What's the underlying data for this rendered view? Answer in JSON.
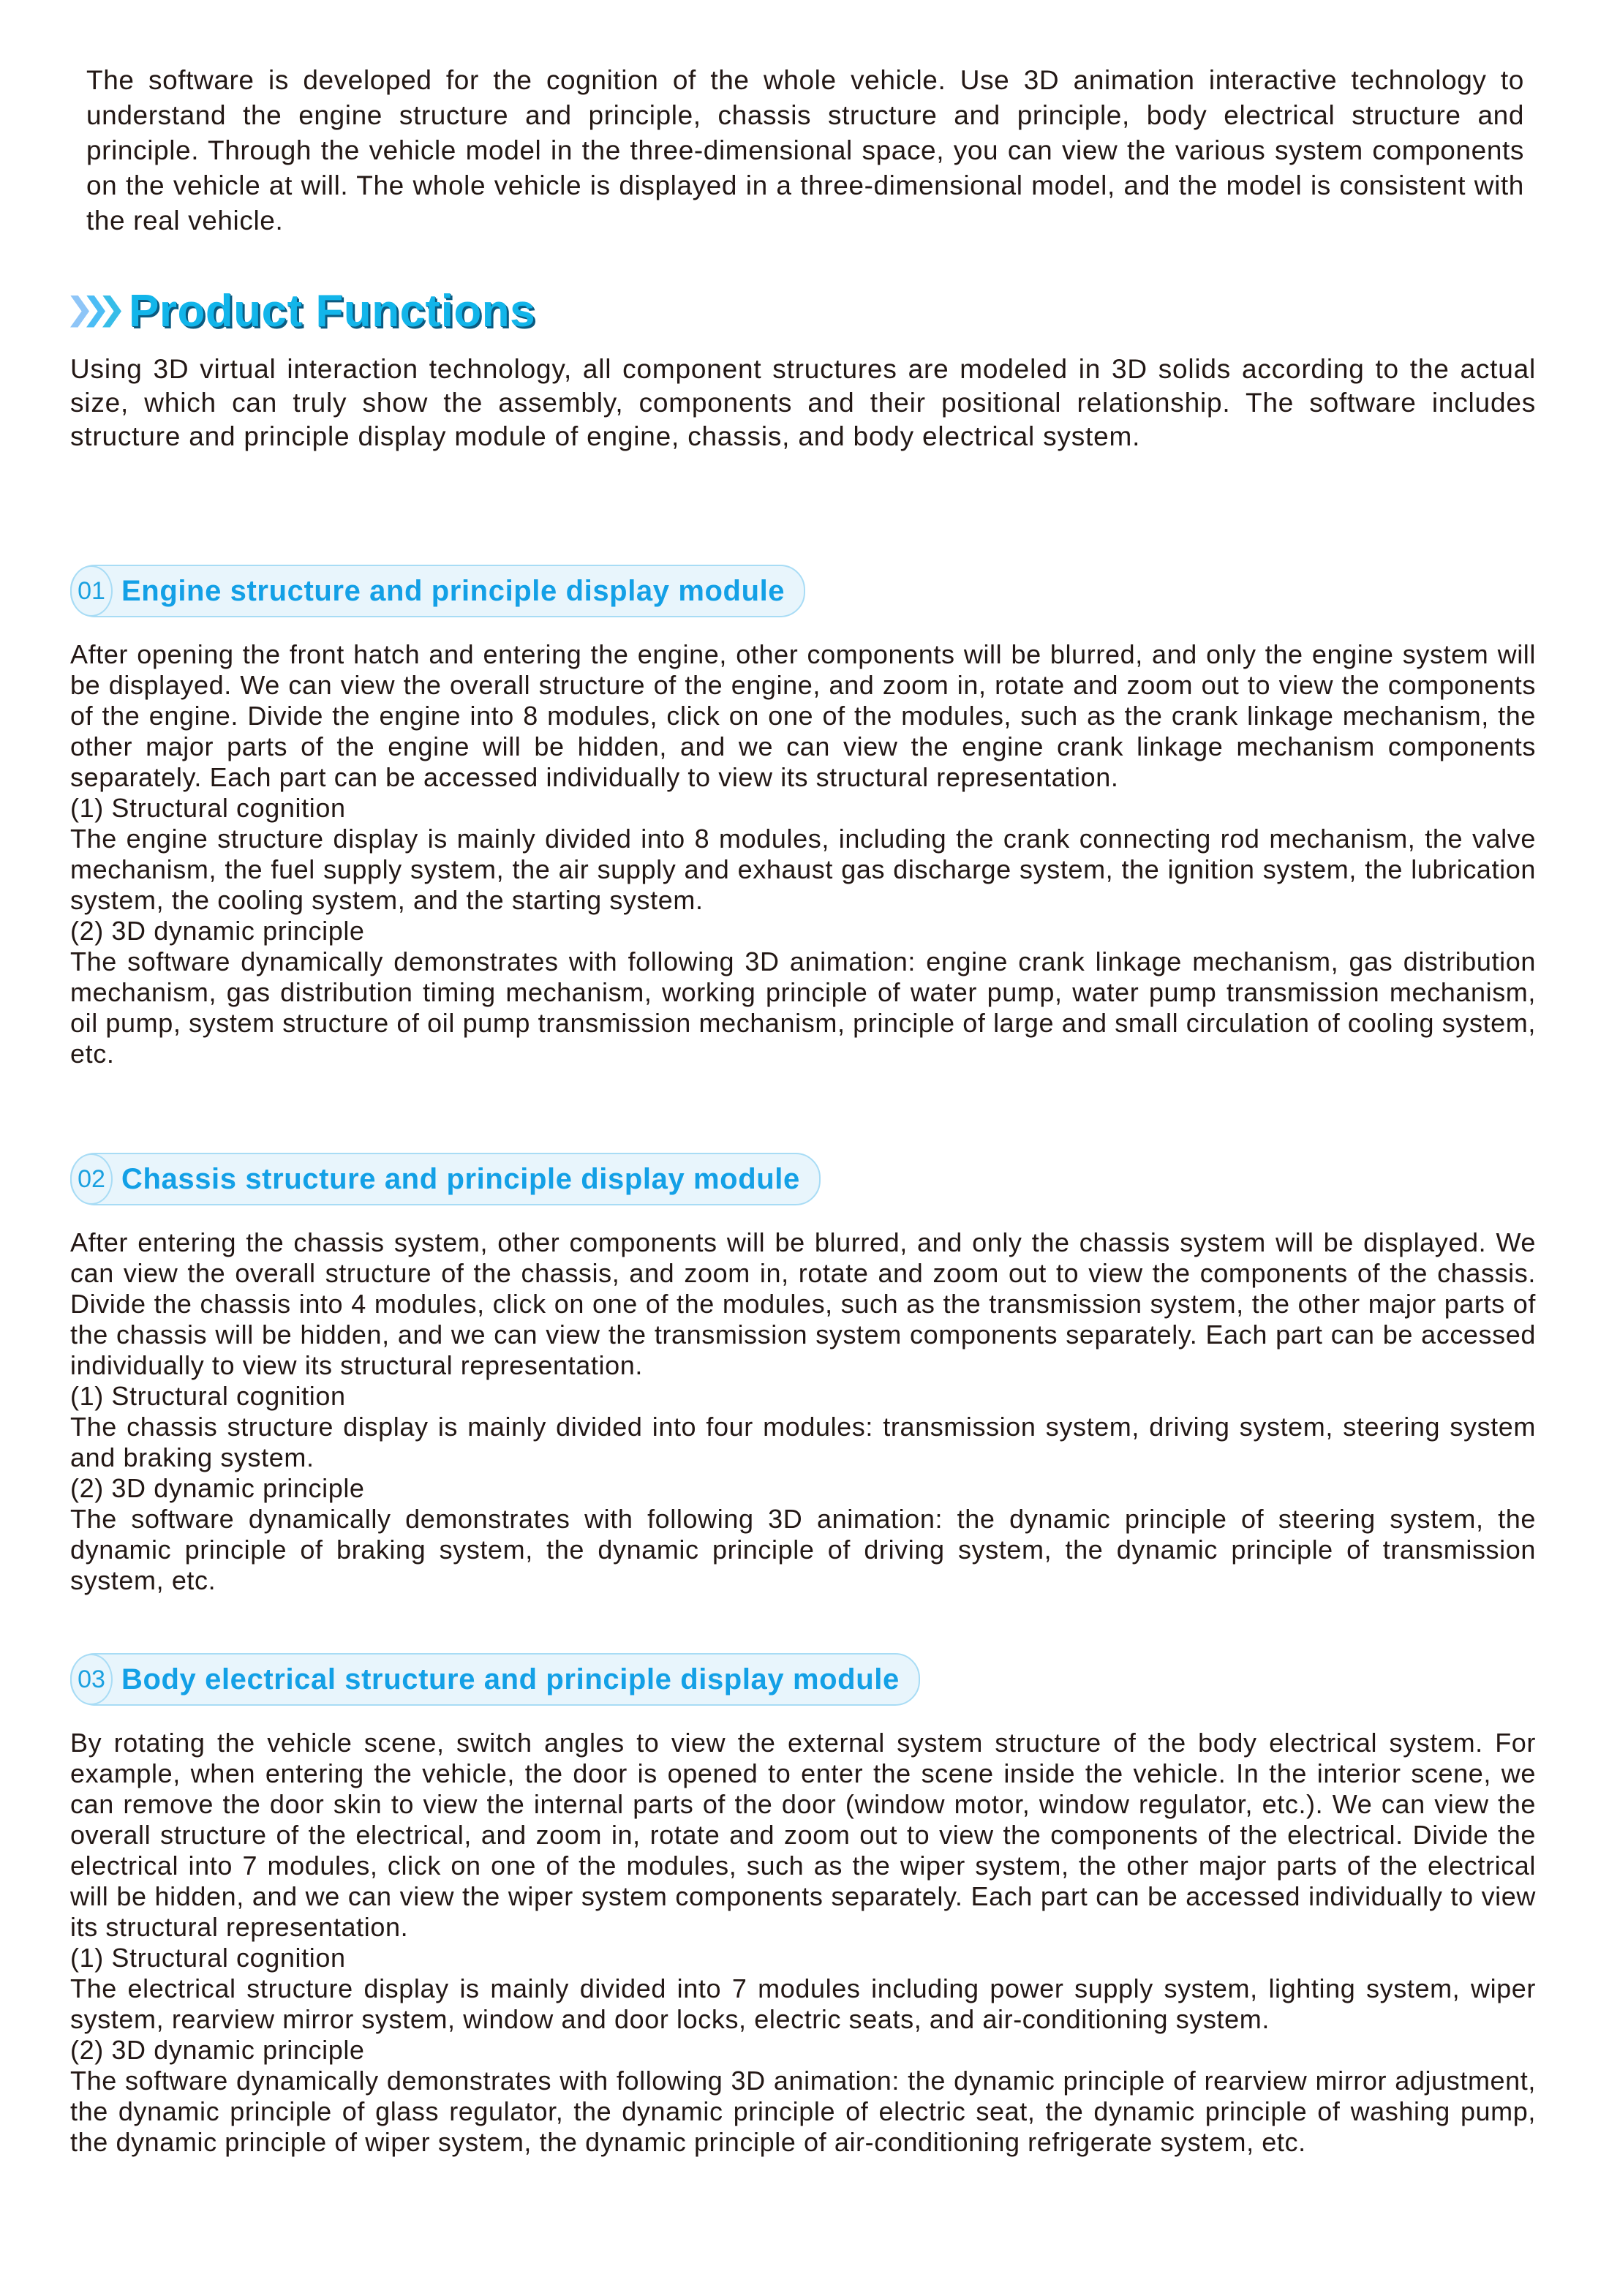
{
  "intro": "The software is developed for the cognition of the whole vehicle. Use 3D animation interactive technology to understand the engine structure and principle, chassis structure and principle, body electrical structure and principle. Through the vehicle model in the three-dimensional space, you can view the various system components on the vehicle at will. The whole vehicle is displayed in a three-dimensional model, and the model is consistent with the real vehicle.",
  "heading": "Product Functions",
  "lead": "Using 3D virtual interaction technology, all component structures are modeled in 3D solids according to the actual size, which can truly show the assembly, components and their positional relationship. The software includes structure and principle display module of engine, chassis, and body electrical system.",
  "colors": {
    "accent": "#12b5ea",
    "badge_bg": "#e8f5fc",
    "text": "#231815"
  },
  "modules": [
    {
      "number": "01",
      "title": "Engine structure and principle display module",
      "paragraphs": [
        "After opening the front hatch and entering the engine, other components will be blurred, and only the engine system will be displayed. We can view the overall structure of the engine, and zoom in, rotate and zoom out to view the components of the engine. Divide the engine into 8 modules, click on one of the modules, such as the crank linkage mechanism, the other major parts of the engine will be hidden, and we can view the engine crank linkage mechanism components separately. Each part can be accessed individually to view its structural representation.",
        "(1) Structural cognition",
        "The engine structure display is mainly divided into 8 modules, including the crank connecting rod mechanism, the valve mechanism, the fuel supply system, the air supply and exhaust gas discharge system, the ignition system, the lubrication system, the cooling system, and the starting system.",
        "(2) 3D dynamic principle",
        "The software dynamically demonstrates with following 3D animation: engine crank linkage mechanism, gas distribution mechanism, gas distribution timing mechanism, working principle of water pump, water pump transmission mechanism, oil pump, system structure of oil pump transmission mechanism, principle of large and small circulation of cooling system, etc."
      ]
    },
    {
      "number": "02",
      "title": "Chassis structure and principle display module",
      "paragraphs": [
        "After entering the chassis system, other components will be blurred, and only the chassis system will be displayed. We can view the overall structure of the chassis, and zoom in, rotate and zoom out to view the components of the chassis. Divide the chassis into 4 modules, click on one of the modules, such as the transmission system, the other major parts of the chassis will be hidden, and we can view the transmission system components separately. Each part can be accessed individually to view its structural representation.",
        "(1) Structural cognition",
        "The chassis structure display is mainly divided into four modules: transmission system, driving system, steering system and braking system.",
        "(2) 3D dynamic principle",
        "The software dynamically demonstrates with following 3D animation: the dynamic principle of steering system, the dynamic principle of braking system, the dynamic principle of driving system, the dynamic principle of transmission system, etc."
      ]
    },
    {
      "number": "03",
      "title": "Body electrical structure and principle display module",
      "paragraphs": [
        "By rotating the vehicle scene, switch angles to view the external system structure of the body electrical system. For example, when entering the vehicle, the door is opened to enter the scene inside the vehicle. In the interior scene, we can remove the door skin to view the internal parts of the door (window motor, window regulator, etc.). We can view the overall structure of the electrical, and zoom in, rotate and zoom out to view the components of the electrical. Divide the electrical into 7 modules, click on one of the modules, such as the wiper system, the other major parts of the electrical will be hidden, and we can view the wiper system components separately. Each part can be accessed individually to view its structural representation.",
        "(1) Structural cognition",
        "The electrical structure display is mainly divided into 7 modules including power supply system, lighting system, wiper system, rearview mirror system, window and door locks, electric seats, and air-conditioning system.",
        "(2) 3D dynamic principle",
        "The software dynamically demonstrates with following 3D animation: the dynamic principle of rearview mirror adjustment, the dynamic principle of glass regulator, the dynamic principle of electric seat, the dynamic principle of washing pump, the dynamic principle of wiper system, the dynamic principle of air-conditioning refrigerate system, etc."
      ]
    }
  ]
}
